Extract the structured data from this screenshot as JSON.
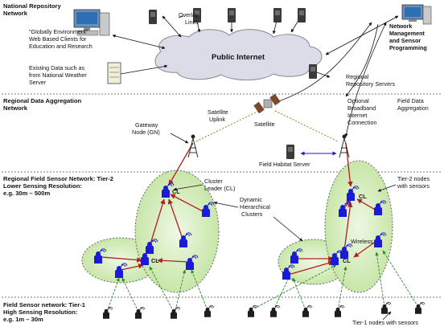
{
  "tiers": {
    "national": [
      "National Repository",
      "Network"
    ],
    "regional_aggregation": [
      "Regional Data Aggregation",
      "Network"
    ],
    "tier2": [
      "Regional Field Sensor Network: Tier-2",
      "Lower Sensing Resolution:",
      "e.g. 30m – 500m"
    ],
    "tier1": [
      "Field Sensor network: Tier-1",
      "High Sensing Resolution:",
      "e.g. 1m – 30m"
    ]
  },
  "labels": {
    "overlay_links": [
      "Overlay",
      "Links"
    ],
    "public_internet": "Public Internet",
    "clients": [
      "\"Globally Environment\"",
      "Web Based Clients for",
      "Education and Research"
    ],
    "existing_data": [
      "Existing Data such as",
      "from National Weather",
      "Server"
    ],
    "network_mgmt": [
      "Network",
      "Management",
      "and Sensor",
      "Programming"
    ],
    "regional_repo": [
      "Regional",
      "Repository Servers"
    ],
    "satellite_uplink": [
      "Satellite",
      "Uplink"
    ],
    "satellite": "Satellite",
    "optional_broadband": [
      "Optional",
      "Broadband",
      "Internet",
      "Connection"
    ],
    "field_data_aggregation": [
      "Field Data",
      "Aggregation"
    ],
    "gateway_node": [
      "Gateway",
      "Node (GN)"
    ],
    "field_habitat_server": "Field Habitat Server",
    "cluster_leader": [
      "Cluster",
      "Leader (CL)"
    ],
    "dynamic_cluster": [
      "Dynamic",
      "Hierarchical",
      "Clusters"
    ],
    "tier2_nodes": [
      "Tier-2 nodes",
      "with sensors"
    ],
    "wireless": "Wireless",
    "tier1_nodes": "Tier-1 nodes with sensors",
    "cl": "CL"
  },
  "colors": {
    "cloud": "#dcdce8",
    "cluster_fill": "#d6ecc0",
    "node_blue": "#1a1ad8",
    "red_link": "#b02020",
    "green_link": "#2a8a2a",
    "dashed_link": "#8a8a2a",
    "separator": "#777777"
  }
}
